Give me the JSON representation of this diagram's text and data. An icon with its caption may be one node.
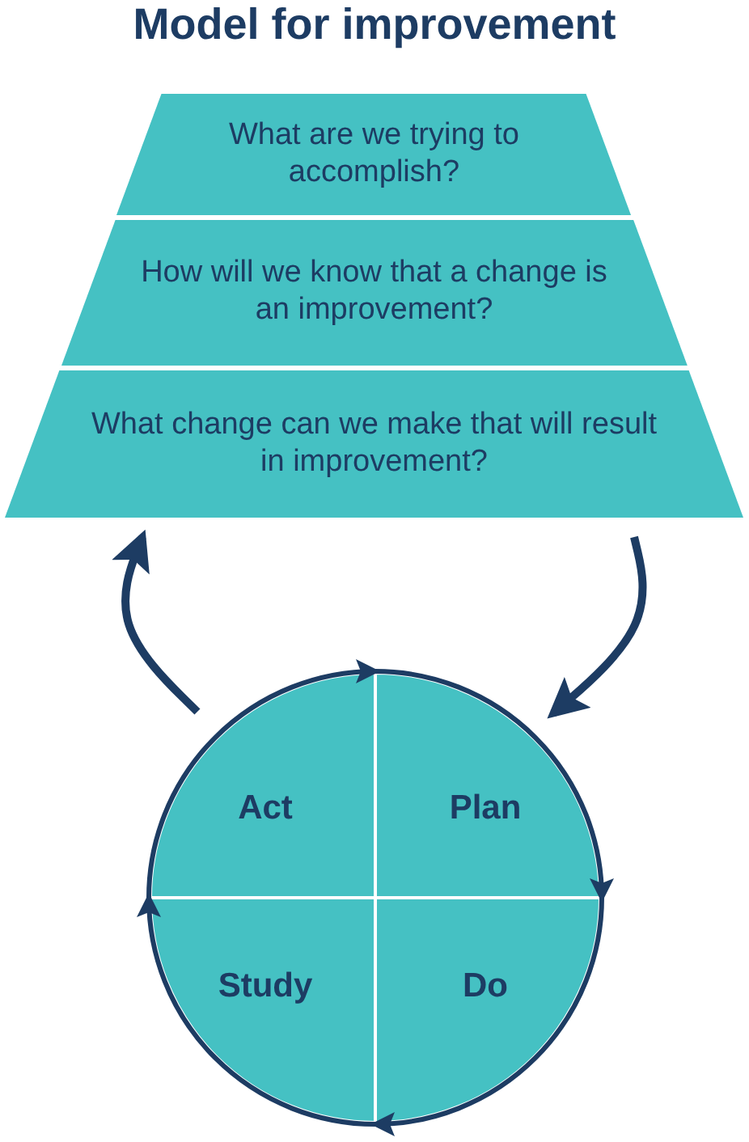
{
  "diagram": {
    "title": "Model for improvement",
    "nodes": [
      {
        "text": [
          "What are we trying to accomplish?"
        ]
      },
      {
        "text": [
          "How will we know that a change is an improvement?"
        ]
      },
      {
        "text": [
          "What change can we make that will result in improvement?"
        ]
      },
      {
        "text": [],
        "shape": "circle"
      },
      {
        "text": [
          "Act"
        ],
        "in": 3
      },
      {
        "text": [
          "Plan"
        ],
        "in": 3
      },
      {
        "text": [
          "Study"
        ],
        "in": 3
      },
      {
        "text": [
          "Do"
        ],
        "in": 3
      }
    ],
    "edges": [
      {
        "from": 2,
        "to": 3,
        "arrow": "to"
      },
      {
        "from": 3,
        "to": 2,
        "arrow": "to"
      },
      {
        "from": 4,
        "to": 5,
        "arrow": "to"
      },
      {
        "from": 5,
        "to": 7,
        "arrow": "to"
      },
      {
        "from": 7,
        "to": 6,
        "arrow": "to"
      },
      {
        "from": 6,
        "to": 4,
        "arrow": "to"
      }
    ]
  }
}
